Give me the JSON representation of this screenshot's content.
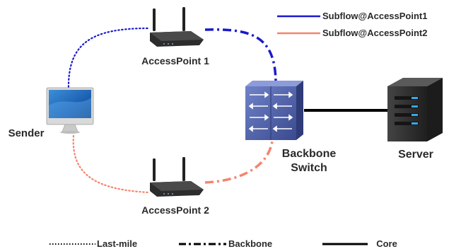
{
  "nodes": {
    "sender": "Sender",
    "ap1": "AccessPoint 1",
    "ap2": "AccessPoint 2",
    "switch_line1": "Backbone",
    "switch_line2": "Switch",
    "server": "Server"
  },
  "legend_subflows": [
    {
      "label": "Subflow@AccessPoint1",
      "color": "#1a1acc"
    },
    {
      "label": "Subflow@AccessPoint2",
      "color": "#f5846c"
    }
  ],
  "legend_links": [
    {
      "label": "Last-mile",
      "style": "dotted"
    },
    {
      "label": "Backbone",
      "style": "dash-dot"
    },
    {
      "label": "Core",
      "style": "solid"
    }
  ],
  "colors": {
    "subflow1": "#1a1acc",
    "subflow2": "#f5846c",
    "core": "#000000",
    "switch": "#4a5ba6",
    "server": "#2b2b2b",
    "server_led": "#39a8e6"
  },
  "icons": [
    "wifi-router-icon",
    "imac-computer-icon",
    "network-switch-icon",
    "server-tower-icon"
  ]
}
